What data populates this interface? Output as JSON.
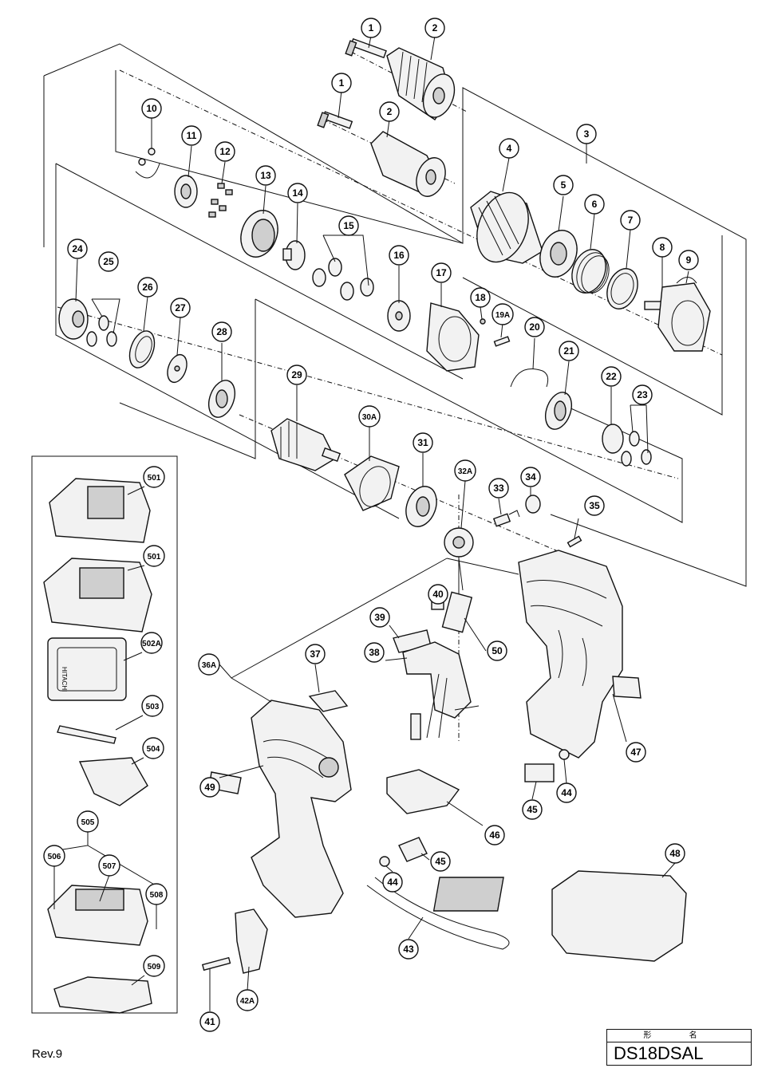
{
  "model": {
    "label": "形 名",
    "name": "DS18DSAL"
  },
  "revision": "Rev.9",
  "callouts": [
    "1",
    "2",
    "1",
    "2",
    "3",
    "4",
    "5",
    "6",
    "7",
    "8",
    "9",
    "10",
    "11",
    "12",
    "13",
    "14",
    "15",
    "16",
    "17",
    "18",
    "19A",
    "20",
    "21",
    "22",
    "23",
    "24",
    "25",
    "26",
    "27",
    "28",
    "29",
    "30A",
    "31",
    "32A",
    "33",
    "34",
    "35",
    "36A",
    "37",
    "38",
    "39",
    "40",
    "41",
    "42A",
    "43",
    "44",
    "44",
    "45",
    "45",
    "46",
    "47",
    "48",
    "49",
    "50",
    "501",
    "501",
    "502A",
    "503",
    "504",
    "505",
    "506",
    "507",
    "508",
    "509"
  ],
  "case_lettering": "HITACHI"
}
